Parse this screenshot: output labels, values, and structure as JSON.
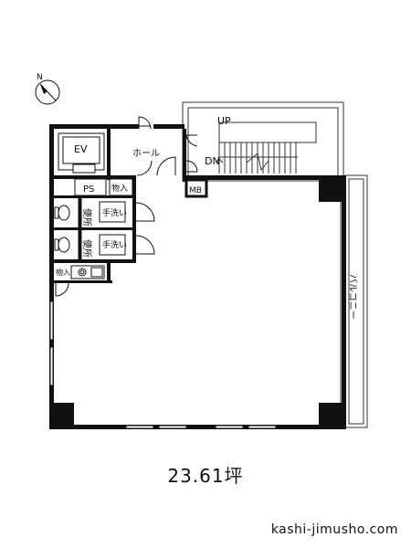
{
  "compass": {
    "label": "N"
  },
  "rooms": {
    "elevator": "EV",
    "hall": "ホール",
    "pipe_shaft": "PS",
    "storage_top": "物入",
    "meter_box": "MB",
    "toilet_1": "便所",
    "washroom_1": "手洗い",
    "toilet_2": "便所",
    "washroom_2": "手洗い",
    "storage_kitchen": "物入",
    "balcony": "バルコニー"
  },
  "stairs": {
    "up": "UP",
    "down": "DN"
  },
  "area": "23.61坪",
  "website": "kashi-jimusho.com"
}
